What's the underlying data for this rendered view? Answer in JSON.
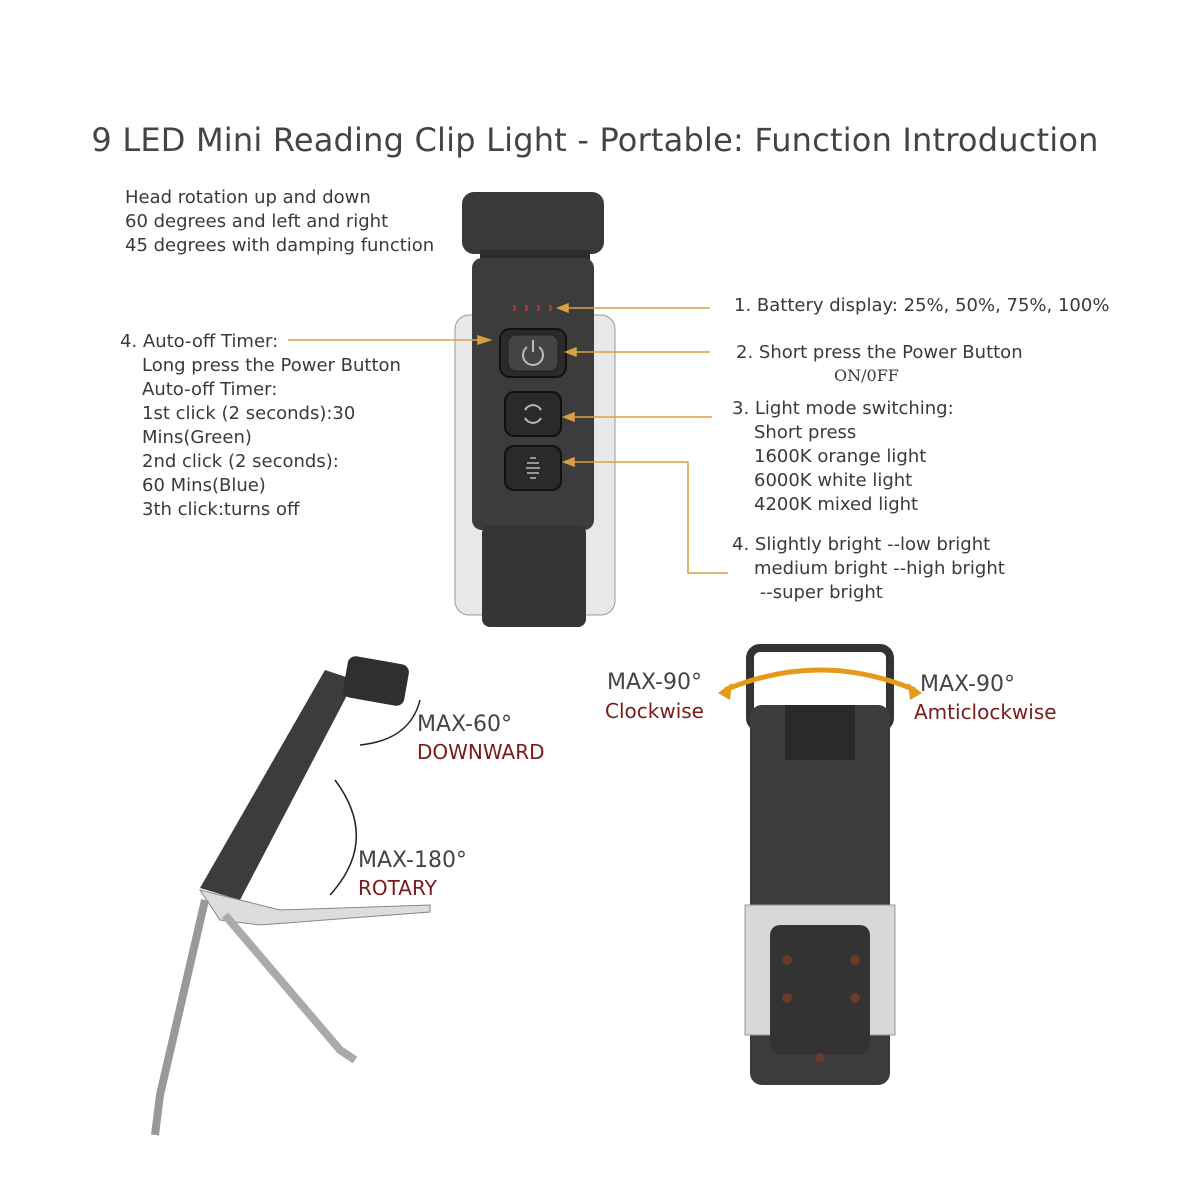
{
  "title": "9 LED Mini Reading Clip Light - Portable: Function Introduction",
  "colors": {
    "callout_line": "#d9a040",
    "arrow_orange": "#e59a1a",
    "label_red": "#7a1a1a",
    "device_body": "#3c3c3c"
  },
  "head_rotation": [
    "Head rotation up and down",
    "60 degrees and left and right",
    "45 degrees with damping function"
  ],
  "auto_off": {
    "heading": "4. Auto-off Timer:",
    "lines": [
      "Long press the Power Button",
      "Auto-off Timer:",
      "1st click (2 seconds):30",
      "Mins(Green)",
      "2nd click (2 seconds):",
      "60 Mins(Blue)",
      "3th click:turns off"
    ]
  },
  "callouts": {
    "battery": "1. Battery display: 25%, 50%, 75%, 100%",
    "power": {
      "heading": "2. Short press the Power Button",
      "sub": "ON/0FF"
    },
    "mode": {
      "heading": "3. Light mode switching:",
      "lines": [
        "Short press",
        "1600K orange light",
        "6000K white light",
        "4200K mixed light"
      ]
    },
    "brightness": {
      "heading": "4. Slightly bright --low bright",
      "lines": [
        "medium bright --high bright",
        " --super bright"
      ]
    }
  },
  "side_view": {
    "head": {
      "value": "MAX-60°",
      "label": "DOWNWARD"
    },
    "body": {
      "value": "MAX-180°",
      "label": "ROTARY"
    }
  },
  "back_view": {
    "left": {
      "value": "MAX-90°",
      "label": "Clockwise"
    },
    "right": {
      "value": "MAX-90°",
      "label": "Amticlockwise"
    }
  },
  "icons": [
    "power-icon",
    "mode-cycle-icon",
    "brightness-icon"
  ]
}
